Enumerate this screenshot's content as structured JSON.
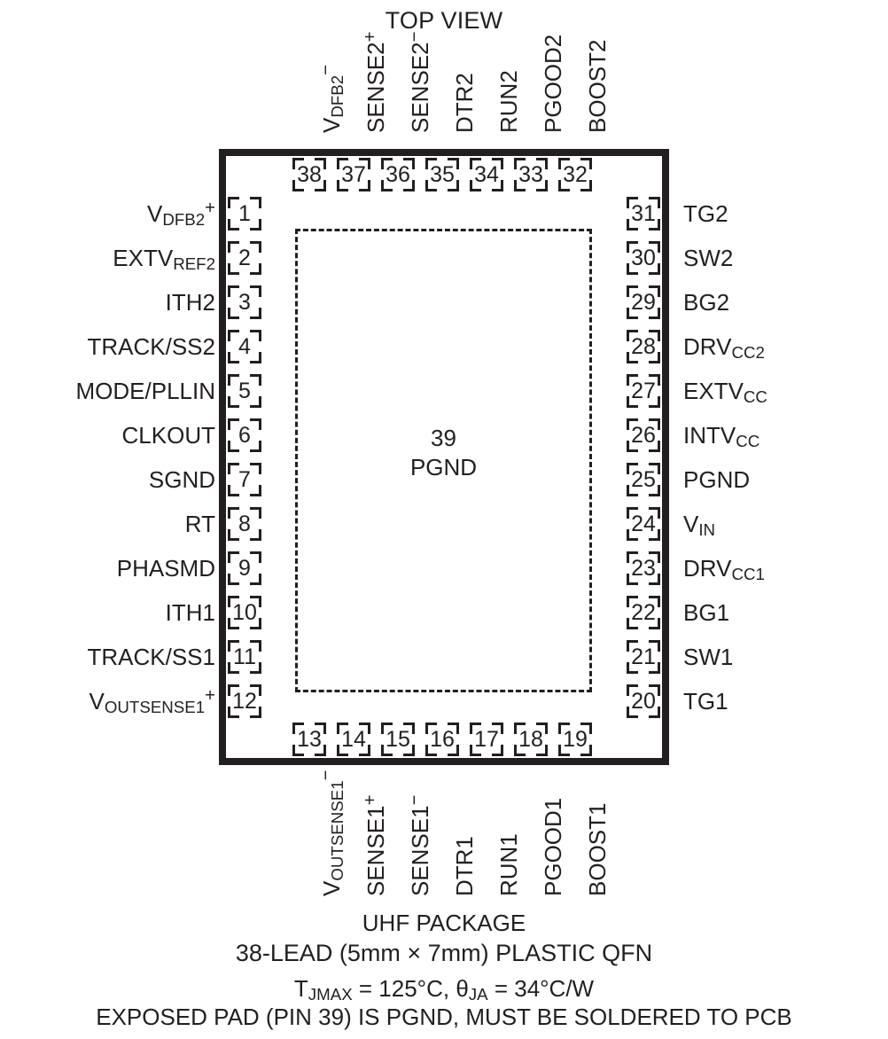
{
  "title": "TOP VIEW",
  "package": {
    "exposed_pad_number": "39",
    "exposed_pad_name": "PGND"
  },
  "pins_left": [
    {
      "number": "1",
      "label_main": "V",
      "label_sub": "DFB2",
      "label_sup": "+",
      "label_tail": ""
    },
    {
      "number": "2",
      "label_main": "EXTV",
      "label_sub": "REF2",
      "label_sup": "",
      "label_tail": ""
    },
    {
      "number": "3",
      "label_main": "ITH2",
      "label_sub": "",
      "label_sup": "",
      "label_tail": ""
    },
    {
      "number": "4",
      "label_main": "TRACK/SS2",
      "label_sub": "",
      "label_sup": "",
      "label_tail": ""
    },
    {
      "number": "5",
      "label_main": "MODE/PLLIN",
      "label_sub": "",
      "label_sup": "",
      "label_tail": ""
    },
    {
      "number": "6",
      "label_main": "CLKOUT",
      "label_sub": "",
      "label_sup": "",
      "label_tail": ""
    },
    {
      "number": "7",
      "label_main": "SGND",
      "label_sub": "",
      "label_sup": "",
      "label_tail": ""
    },
    {
      "number": "8",
      "label_main": "RT",
      "label_sub": "",
      "label_sup": "",
      "label_tail": ""
    },
    {
      "number": "9",
      "label_main": "PHASMD",
      "label_sub": "",
      "label_sup": "",
      "label_tail": ""
    },
    {
      "number": "10",
      "label_main": "ITH1",
      "label_sub": "",
      "label_sup": "",
      "label_tail": ""
    },
    {
      "number": "11",
      "label_main": "TRACK/SS1",
      "label_sub": "",
      "label_sup": "",
      "label_tail": ""
    },
    {
      "number": "12",
      "label_main": "V",
      "label_sub": "OUTSENSE1",
      "label_sup": "+",
      "label_tail": ""
    }
  ],
  "pins_right": [
    {
      "number": "31",
      "label_main": "TG2",
      "label_sub": "",
      "label_sup": "",
      "label_tail": ""
    },
    {
      "number": "30",
      "label_main": "SW2",
      "label_sub": "",
      "label_sup": "",
      "label_tail": ""
    },
    {
      "number": "29",
      "label_main": "BG2",
      "label_sub": "",
      "label_sup": "",
      "label_tail": ""
    },
    {
      "number": "28",
      "label_main": "DRV",
      "label_sub": "CC2",
      "label_sup": "",
      "label_tail": ""
    },
    {
      "number": "27",
      "label_main": "EXTV",
      "label_sub": "CC",
      "label_sup": "",
      "label_tail": ""
    },
    {
      "number": "26",
      "label_main": "INTV",
      "label_sub": "CC",
      "label_sup": "",
      "label_tail": ""
    },
    {
      "number": "25",
      "label_main": "PGND",
      "label_sub": "",
      "label_sup": "",
      "label_tail": ""
    },
    {
      "number": "24",
      "label_main": "V",
      "label_sub": "IN",
      "label_sup": "",
      "label_tail": ""
    },
    {
      "number": "23",
      "label_main": "DRV",
      "label_sub": "CC1",
      "label_sup": "",
      "label_tail": ""
    },
    {
      "number": "22",
      "label_main": "BG1",
      "label_sub": "",
      "label_sup": "",
      "label_tail": ""
    },
    {
      "number": "21",
      "label_main": "SW1",
      "label_sub": "",
      "label_sup": "",
      "label_tail": ""
    },
    {
      "number": "20",
      "label_main": "TG1",
      "label_sub": "",
      "label_sup": "",
      "label_tail": ""
    }
  ],
  "pins_top": [
    {
      "number": "38",
      "label_main": "V",
      "label_sub": "DFB2",
      "label_sup": "−",
      "label_tail": ""
    },
    {
      "number": "37",
      "label_main": "SENSE2",
      "label_sub": "",
      "label_sup": "+",
      "label_tail": ""
    },
    {
      "number": "36",
      "label_main": "SENSE2",
      "label_sub": "",
      "label_sup": "−",
      "label_tail": ""
    },
    {
      "number": "35",
      "label_main": "DTR2",
      "label_sub": "",
      "label_sup": "",
      "label_tail": ""
    },
    {
      "number": "34",
      "label_main": "RUN2",
      "label_sub": "",
      "label_sup": "",
      "label_tail": ""
    },
    {
      "number": "33",
      "label_main": "PGOOD2",
      "label_sub": "",
      "label_sup": "",
      "label_tail": ""
    },
    {
      "number": "32",
      "label_main": "BOOST2",
      "label_sub": "",
      "label_sup": "",
      "label_tail": ""
    }
  ],
  "pins_bottom": [
    {
      "number": "13",
      "label_main": "V",
      "label_sub": "OUTSENSE1",
      "label_sup": "−",
      "label_tail": ""
    },
    {
      "number": "14",
      "label_main": "SENSE1",
      "label_sub": "",
      "label_sup": "+",
      "label_tail": ""
    },
    {
      "number": "15",
      "label_main": "SENSE1",
      "label_sub": "",
      "label_sup": "−",
      "label_tail": ""
    },
    {
      "number": "16",
      "label_main": "DTR1",
      "label_sub": "",
      "label_sup": "",
      "label_tail": ""
    },
    {
      "number": "17",
      "label_main": "RUN1",
      "label_sub": "",
      "label_sup": "",
      "label_tail": ""
    },
    {
      "number": "18",
      "label_main": "PGOOD1",
      "label_sub": "",
      "label_sup": "",
      "label_tail": ""
    },
    {
      "number": "19",
      "label_main": "BOOST1",
      "label_sub": "",
      "label_sup": "",
      "label_tail": ""
    }
  ],
  "caption": {
    "package_name": "UHF PACKAGE",
    "lead_line": "38-LEAD (5mm × 7mm) PLASTIC QFN",
    "thermal_tjmax_label": "T",
    "thermal_tjmax_sub": "JMAX",
    "thermal_tjmax_value": " = 125°C, ",
    "thermal_theta_label": "θ",
    "thermal_theta_sub": "JA",
    "thermal_theta_value": " = 34°C/W",
    "exposed_pad_note": "EXPOSED PAD (PIN 39) IS PGND, MUST BE SOLDERED TO PCB"
  },
  "colors": {
    "ink": "#231f20",
    "background": "#ffffff"
  }
}
